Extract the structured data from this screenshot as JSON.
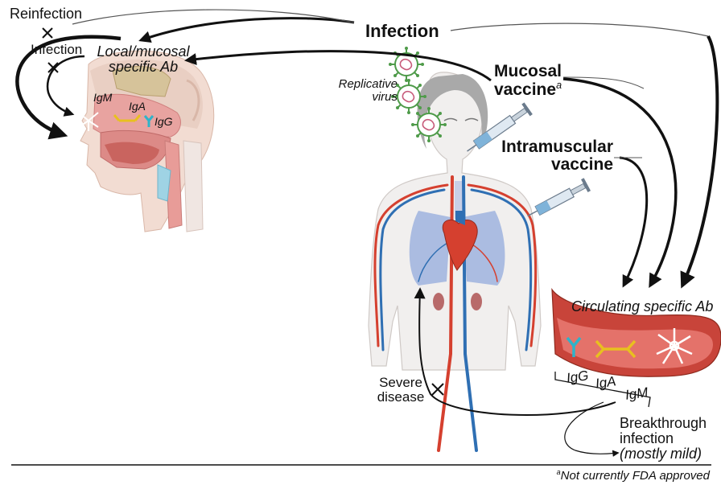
{
  "labels": {
    "reinfection": "Reinfection",
    "infection_small": "Infection",
    "local_line1": "Local/mucosal",
    "local_line2": "specific Ab",
    "infection_main": "Infection",
    "mucosal_line1": "Mucosal",
    "mucosal_line2": "vaccine",
    "mucosal_sup": "a",
    "replicative_line1": "Replicative",
    "replicative_line2": "virus",
    "intramuscular_line1": "Intramuscular",
    "intramuscular_line2": "vaccine",
    "circulating": "Circulating specific Ab",
    "igm_nose": "IgM",
    "iga_nose": "IgA",
    "igg_nose": "IgG",
    "igg_vessel": "IgG",
    "iga_vessel": "IgA",
    "igm_vessel": "IgM",
    "severe_line1": "Severe",
    "severe_line2": "disease",
    "breakthrough_line1": "Breakthrough",
    "breakthrough_line2": "infection",
    "breakthrough_line3": "(mostly mild)",
    "footnote_sup": "a",
    "footnote": "Not currently FDA approved"
  },
  "colors": {
    "arrow": "#111111",
    "skin": "#f2dcd2",
    "tissue_pink": "#e8a3a0",
    "artery_red": "#d5402f",
    "vein_blue": "#2f6fb3",
    "lung_blue": "#9fb3de",
    "vessel_red": "#c8443a",
    "igg_cyan": "#2fb3c9",
    "iga_yellow": "#e8c01f",
    "igm_white": "#ffffff",
    "virus_green": "#4f9b4a",
    "virus_core": "#c75a7a"
  }
}
